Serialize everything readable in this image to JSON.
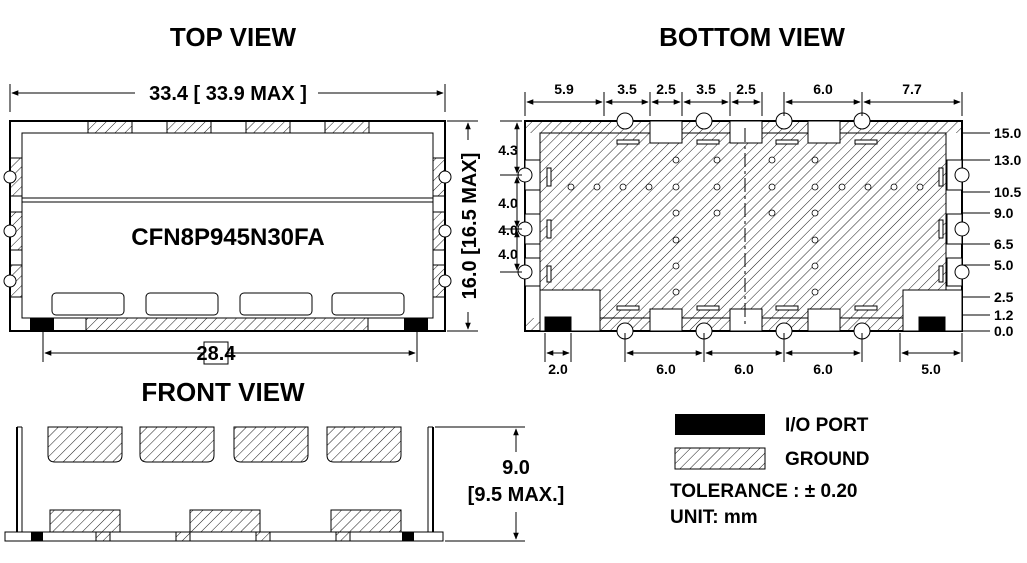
{
  "titles": {
    "top": "TOP  VIEW",
    "bottom": "BOTTOM  VIEW",
    "front": "FRONT  VIEW"
  },
  "top_view": {
    "part_number": "CFN8P945N30FA",
    "width_dim": "33.4 [ 33.9 MAX ]",
    "height_dim": "16.0 [16.5 MAX]",
    "io_spacing": "28.4"
  },
  "bottom_view": {
    "top_dims": [
      "5.9",
      "3.5",
      "2.5",
      "3.5",
      "2.5",
      "6.0",
      "7.7"
    ],
    "left_dims": [
      "4.3",
      "4.0",
      "4.0",
      "4.0"
    ],
    "right_dims": [
      "15.0",
      "13.0",
      "10.5",
      "9.0",
      "6.5",
      "5.0",
      "2.5",
      "1.2",
      "0.0"
    ],
    "bottom_dims": [
      "2.0",
      "6.0",
      "6.0",
      "6.0",
      "5.0"
    ]
  },
  "front_view": {
    "height_dim": "9.0",
    "height_max": "[9.5 MAX.]"
  },
  "legend": {
    "io_port": "I/O PORT",
    "ground": "GROUND",
    "tolerance": "TOLERANCE : ± 0.20",
    "unit": "UNIT: mm"
  },
  "colors": {
    "io_fill": "#000000",
    "line": "#000000"
  }
}
